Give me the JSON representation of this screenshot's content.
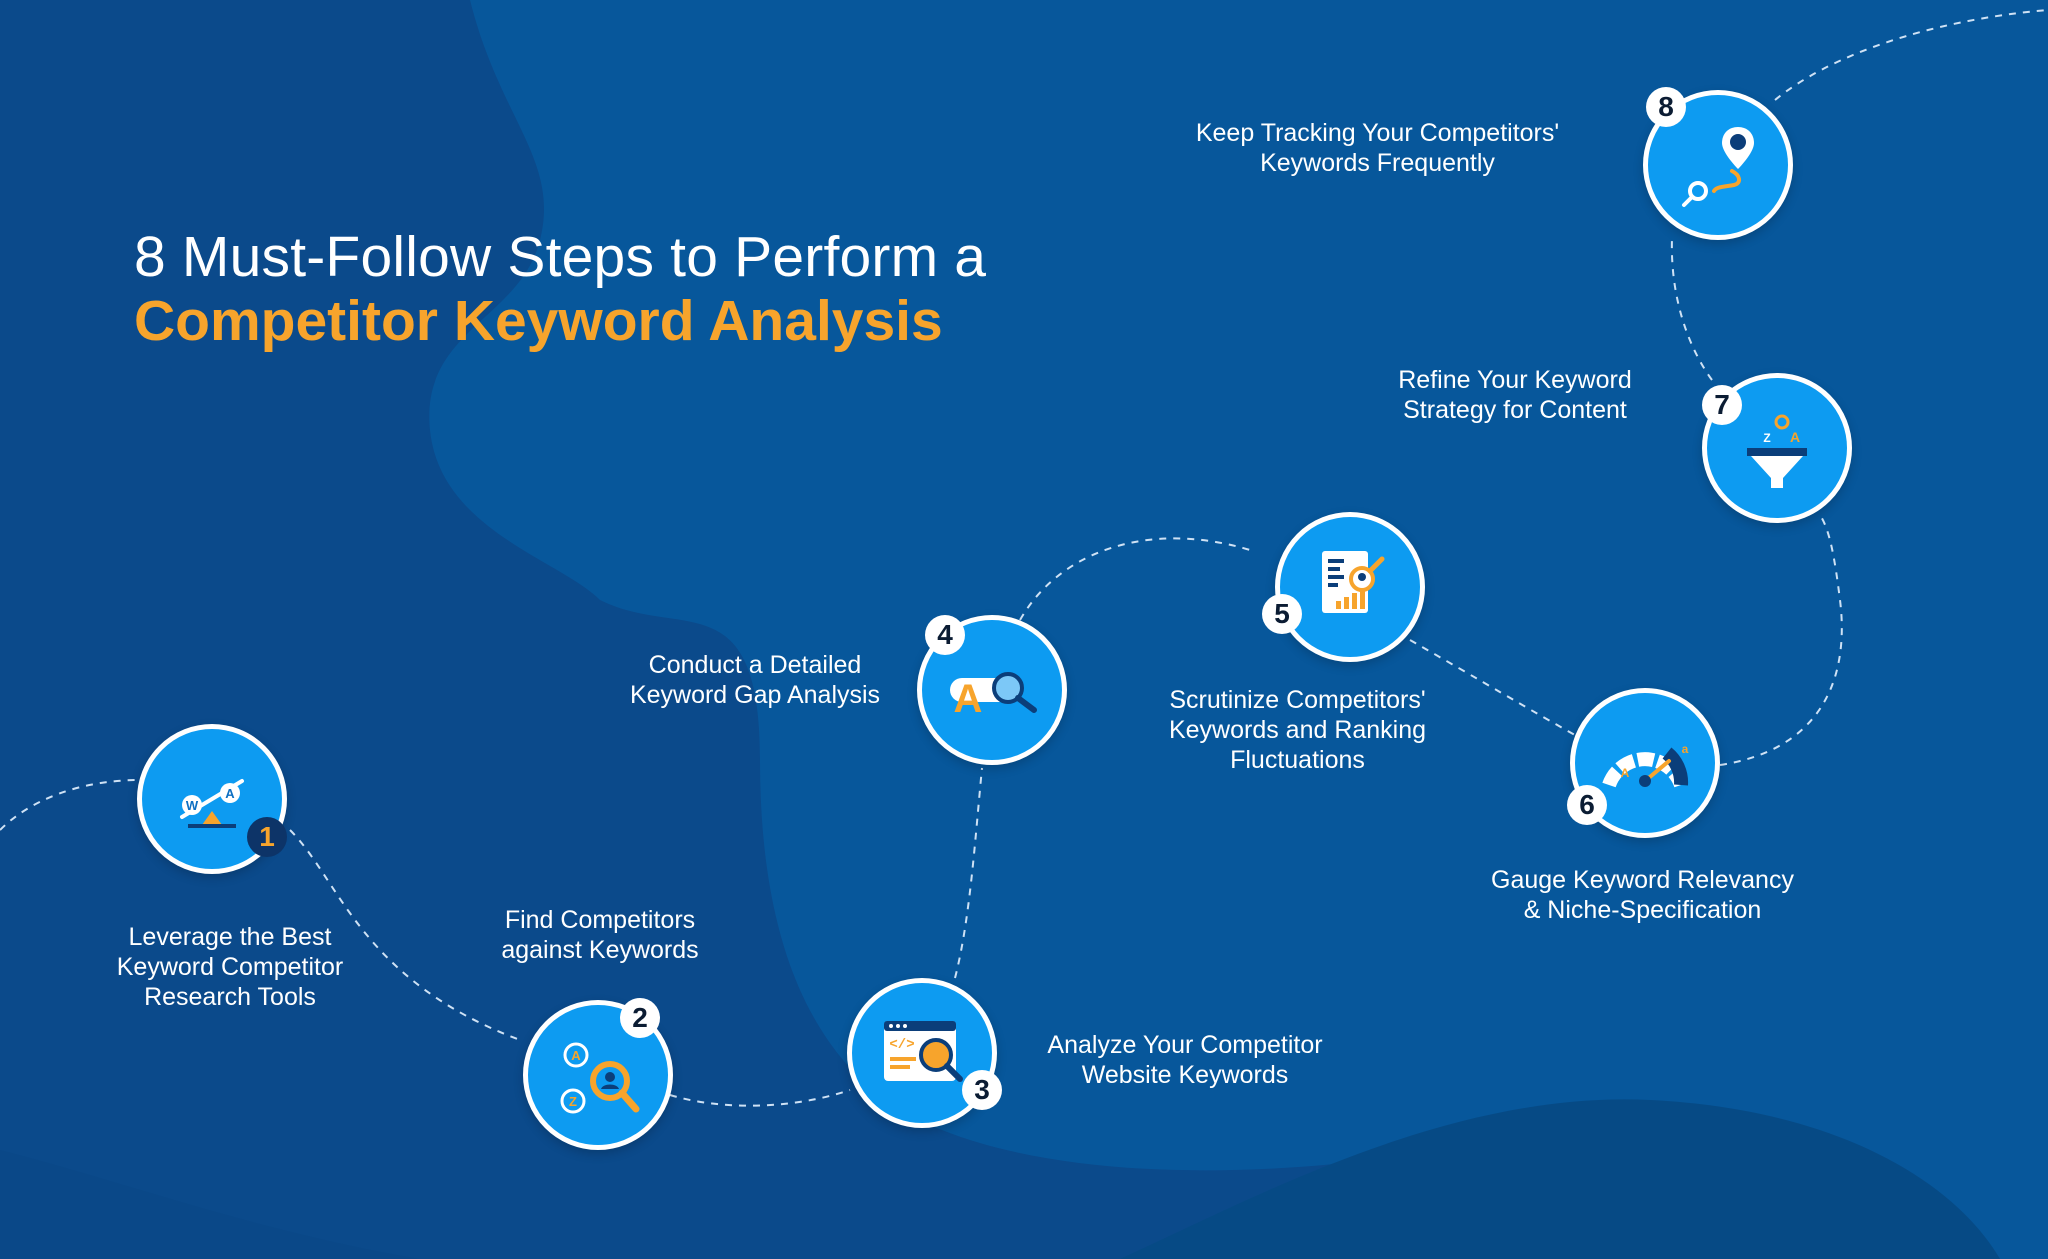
{
  "title": {
    "line1": "8 Must-Follow Steps to Perform a",
    "line2": "Competitor Keyword Analysis"
  },
  "colors": {
    "background": "#0a4c8e",
    "accent": "#f7a42c",
    "circle": "#0d9bf1",
    "text": "#ffffff"
  },
  "steps": [
    {
      "number": "1",
      "label": "Leverage the Best\nKeyword Competitor\nResearch Tools",
      "icon": "balance-scale-icon"
    },
    {
      "number": "2",
      "label": "Find Competitors\nagainst Keywords",
      "icon": "a-to-z-search-icon"
    },
    {
      "number": "3",
      "label": "Analyze Your Competitor\nWebsite Keywords",
      "icon": "website-code-search-icon"
    },
    {
      "number": "4",
      "label": "Conduct a Detailed\nKeyword Gap Analysis",
      "icon": "keyword-gap-search-icon"
    },
    {
      "number": "5",
      "label": "Scrutinize Competitors'\nKeywords and Ranking\nFluctuations",
      "icon": "report-magnifier-icon"
    },
    {
      "number": "6",
      "label": "Gauge Keyword Relevancy\n& Niche-Specification",
      "icon": "gauge-meter-icon"
    },
    {
      "number": "7",
      "label": "Refine Your Keyword\nStrategy for Content",
      "icon": "filter-funnel-icon"
    },
    {
      "number": "8",
      "label": "Keep Tracking Your Competitors'\nKeywords Frequently",
      "icon": "location-tracking-icon"
    }
  ]
}
